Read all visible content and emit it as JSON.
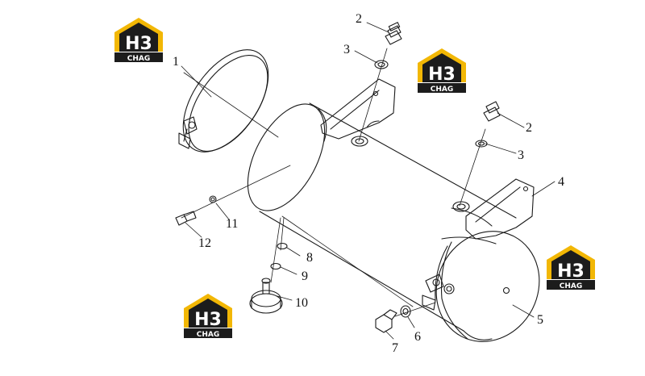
{
  "diagram": {
    "callouts": [
      "1",
      "2",
      "3",
      "2",
      "3",
      "4",
      "5",
      "6",
      "7",
      "8",
      "9",
      "10",
      "11",
      "12"
    ]
  },
  "watermark": {
    "brand_letters": "H3",
    "brand_name": "CHAG",
    "colors": {
      "yellow": "#f2b705",
      "dark": "#1c1c1c",
      "white": "#ffffff"
    },
    "icon": "house-logo-icon"
  },
  "colors": {
    "line": "#1a1a1a",
    "background": "#ffffff"
  }
}
